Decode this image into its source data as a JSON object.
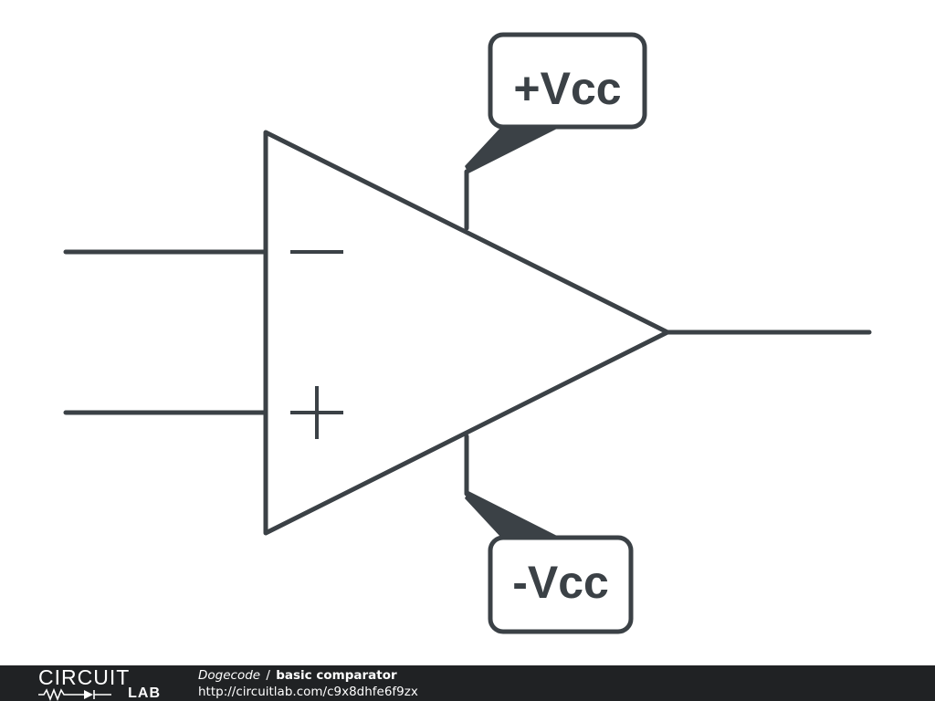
{
  "diagram": {
    "supply_positive_label": "+Vcc",
    "supply_negative_label": "-Vcc",
    "inverting_input_symbol": "−",
    "noninverting_input_symbol": "+"
  },
  "footer": {
    "logo_top": "CIRCUIT",
    "logo_bottom": "LAB",
    "author": "Dogecode",
    "separator": "/",
    "title": "basic comparator",
    "url": "http://circuitlab.com/c9x8dhfe6f9zx"
  },
  "colors": {
    "stroke": "#3b4146",
    "background": "#ffffff",
    "footer_background": "#202224",
    "footer_text": "#ffffff"
  }
}
